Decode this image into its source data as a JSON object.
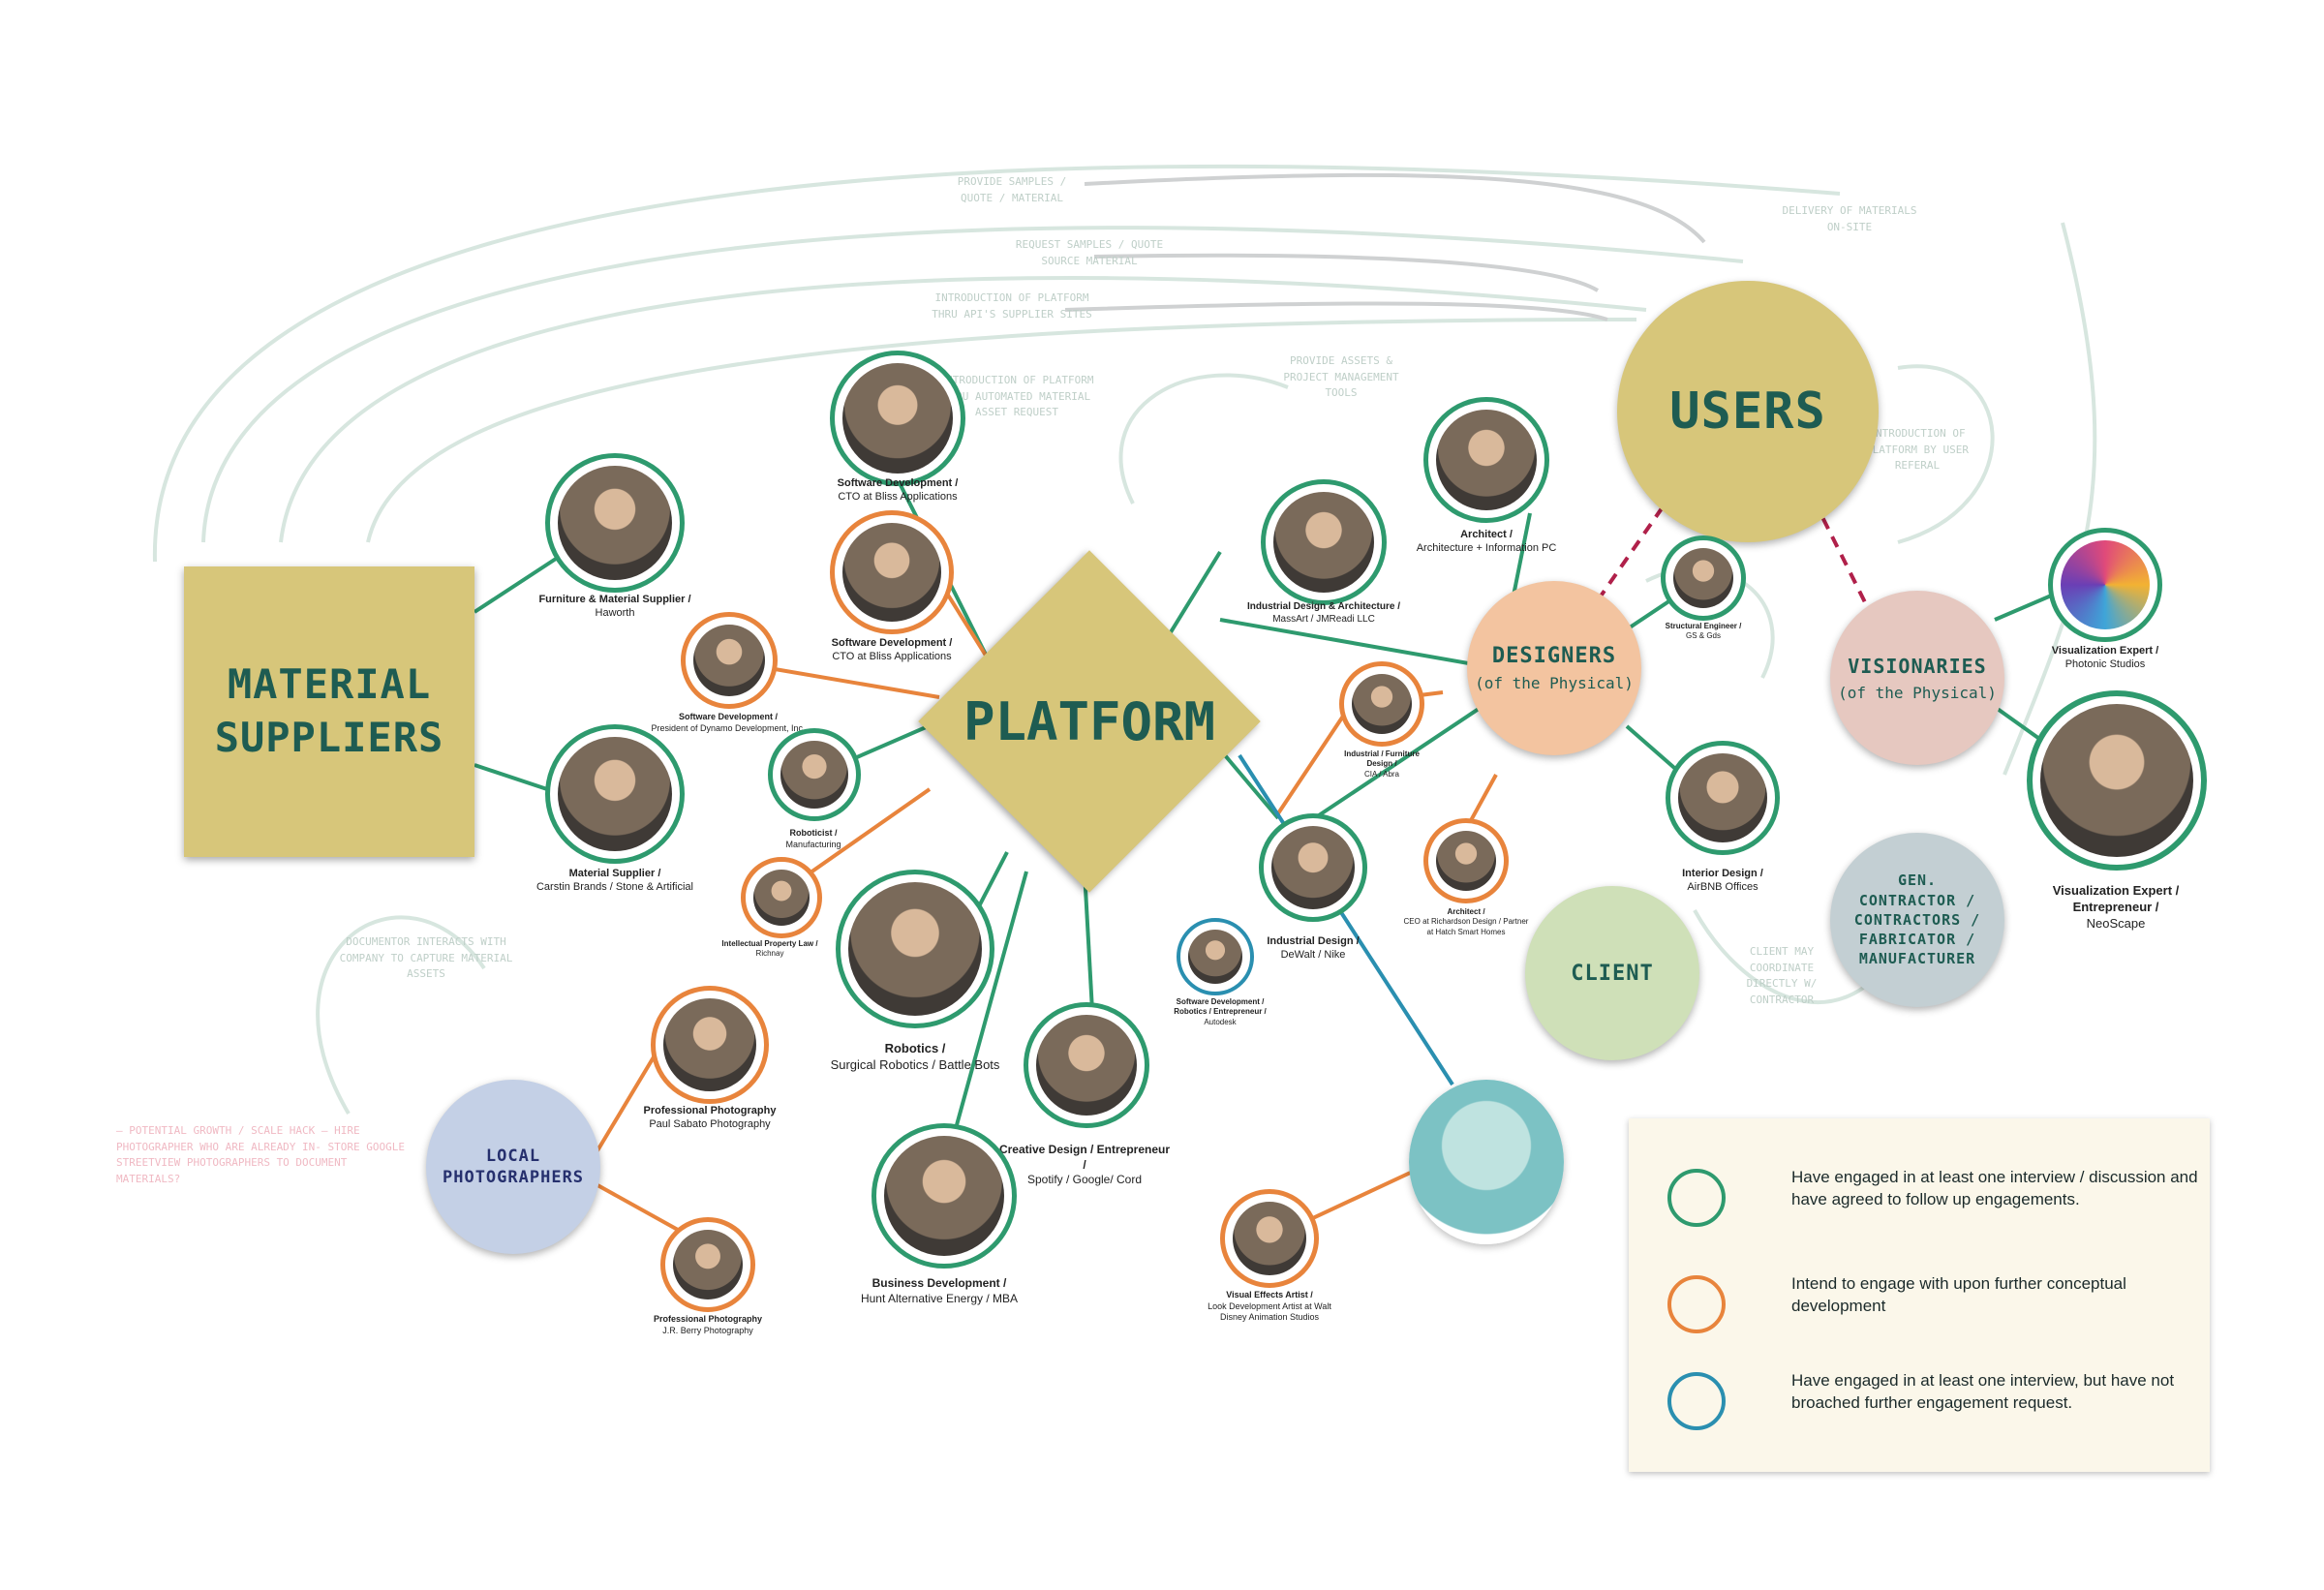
{
  "colors": {
    "engaged": "#2e9a6e",
    "intend": "#e8843c",
    "preliminary": "#2a8fb0",
    "hub_fill": "#d7c67a",
    "hub_text": "#1e5c52",
    "designers_fill": "#f3c4a0",
    "visionaries_fill": "#e6c8c0",
    "client_fill": "#cfe0b8",
    "contractor_fill": "#c3cfd3",
    "photographers_fill": "#c4d0e6",
    "dash_link": "#b0204a"
  },
  "hubs": {
    "material_suppliers": "MATERIAL SUPPLIERS",
    "platform": "PLATFORM",
    "users": "USERS",
    "designers": "DESIGNERS",
    "designers_sub": "(of the Physical)",
    "visionaries": "VISIONARIES",
    "visionaries_sub": "(of the Physical)",
    "client": "CLIENT",
    "contractors": "GEN. CONTRACTOR / CONTRACTORS / FABRICATOR / MANUFACTURER",
    "local_photographers": "LOCAL PHOTOGRAPHERS"
  },
  "people": {
    "furniture_supplier": {
      "role": "Furniture & Material Supplier /",
      "org": "Haworth"
    },
    "material_supplier": {
      "role": "Material Supplier /",
      "org": "Carstin Brands / Stone & Artificial"
    },
    "software_cto_1": {
      "role": "Software Development /",
      "org": "CTO at Bliss Applications"
    },
    "software_cto_2": {
      "role": "Software Development /",
      "org": "CTO at Bliss Applications"
    },
    "software_dynamo": {
      "role": "Software Development /",
      "org": "President of Dynamo Development, Inc."
    },
    "roboticist": {
      "role": "Roboticist /",
      "org": "Manufacturing"
    },
    "ip_law": {
      "role": "Intellectual Property Law /",
      "org": "Richnay"
    },
    "robotics": {
      "role": "Robotics /",
      "org": "Surgical Robotics / Battle Bots"
    },
    "creative_design": {
      "role": "Creative Design / Entrepreneur /",
      "org": "Spotify / Google/ Cord"
    },
    "business_dev": {
      "role": "Business Development /",
      "org": "Hunt Alternative Energy / MBA"
    },
    "photographer_1": {
      "role": "Professional Photography",
      "org": "Paul Sabato Photography"
    },
    "photographer_2": {
      "role": "Professional Photography",
      "org": "J.R. Berry Photography"
    },
    "industrial_design_arch": {
      "role": "Industrial Design & Architecture /",
      "org": "MassArt / JMReadi LLC"
    },
    "architect_info": {
      "role": "Architect /",
      "org": "Architecture + Information PC"
    },
    "industrial_furniture": {
      "role": "Industrial / Furniture Design /",
      "org": "CIA / Abra"
    },
    "industrial_dewalt": {
      "role": "Industrial Design /",
      "org": "DeWalt / Nike"
    },
    "software_autodesk": {
      "role": "Software Development / Robotics / Entrepreneur /",
      "org": "Autodesk"
    },
    "structural_engineer": {
      "role": "Structural Engineer /",
      "org": "GS & Gds"
    },
    "interior_design": {
      "role": "Interior Design /",
      "org": "AirBNB Offices"
    },
    "architect_ceo": {
      "role": "Architect /",
      "org": "CEO at Richardson Design / Partner at Hatch Smart Homes"
    },
    "viz_photonic": {
      "role": "Visualization Expert /",
      "org": "Photonic Studios"
    },
    "viz_neoscape": {
      "role": "Visualization Expert / Entrepreneur /",
      "org": "NeoScape"
    },
    "vfx_artist": {
      "role": "Visual Effects Artist /",
      "org": "Look Development Artist at Walt Disney Animation Studios"
    }
  },
  "background_notes": {
    "n1": "PROVIDE SAMPLES / QUOTE / MATERIAL",
    "n2": "REQUEST SAMPLES / QUOTE SOURCE MATERIAL",
    "n3": "INTRODUCTION OF PLATFORM THRU API'S SUPPLIER SITES",
    "n4": "INTRODUCTION OF PLATFORM THRU AUTOMATED MATERIAL ASSET REQUEST",
    "n5": "PROVIDE ASSETS & PROJECT MANAGEMENT TOOLS",
    "n6": "DELIVERY OF MATERIALS ON-SITE",
    "n7": "INTRODUCTION OF PLATFORM BY USER REFERAL",
    "n8": "DOCUMENTOR INTERACTS WITH COMPANY TO CAPTURE MATERIAL ASSETS",
    "n9": "— POTENTIAL GROWTH / SCALE HACK — HIRE PHOTOGRAPHER WHO ARE ALREADY IN- STORE GOOGLE STREETVIEW PHOTOGRAPHERS TO DOCUMENT MATERIALS?",
    "n10": "CLIENT MAY COORDINATE DIRECTLY W/ CONTRACTOR"
  },
  "legend": [
    {
      "text": "Have engaged in at least one interview / discussion and have agreed to follow up engagements.",
      "color": "#2e9a6e"
    },
    {
      "text": "Intend to engage with upon further conceptual development",
      "color": "#e8843c"
    },
    {
      "text": "Have engaged in at least one interview, but have not broached further engagement request.",
      "color": "#2a8fb0"
    }
  ]
}
